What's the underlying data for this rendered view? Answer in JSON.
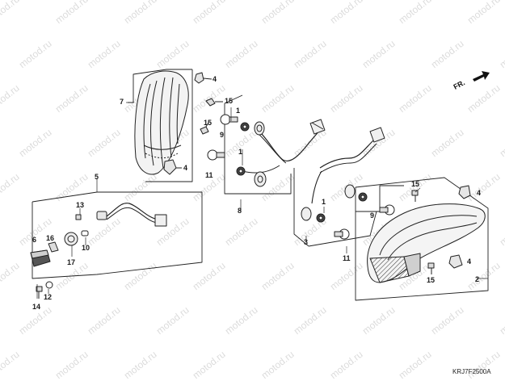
{
  "watermark": {
    "text": "motod.ru",
    "color": "#dcdcdc"
  },
  "direction_label": "FR.",
  "diagram_code": "KRJ7F2500A",
  "callouts": [
    {
      "id": "c7",
      "label": "7"
    },
    {
      "id": "c4a",
      "label": "4"
    },
    {
      "id": "c15a",
      "label": "15"
    },
    {
      "id": "c15b",
      "label": "15"
    },
    {
      "id": "c4b",
      "label": "4"
    },
    {
      "id": "c1a",
      "label": "1"
    },
    {
      "id": "c9a",
      "label": "9"
    },
    {
      "id": "c1b",
      "label": "1"
    },
    {
      "id": "c11a",
      "label": "11"
    },
    {
      "id": "c8",
      "label": "8"
    },
    {
      "id": "c5",
      "label": "5"
    },
    {
      "id": "c13",
      "label": "13"
    },
    {
      "id": "c6",
      "label": "6"
    },
    {
      "id": "c16",
      "label": "16"
    },
    {
      "id": "c10",
      "label": "10"
    },
    {
      "id": "c17",
      "label": "17"
    },
    {
      "id": "c12",
      "label": "12"
    },
    {
      "id": "c14",
      "label": "14"
    },
    {
      "id": "c1c",
      "label": "1"
    },
    {
      "id": "c9b",
      "label": "9"
    },
    {
      "id": "c3",
      "label": "3"
    },
    {
      "id": "c11b",
      "label": "11"
    },
    {
      "id": "c15c",
      "label": "15"
    },
    {
      "id": "c4c",
      "label": "4"
    },
    {
      "id": "c4d",
      "label": "4"
    },
    {
      "id": "c15d",
      "label": "15"
    },
    {
      "id": "c2",
      "label": "2"
    }
  ]
}
